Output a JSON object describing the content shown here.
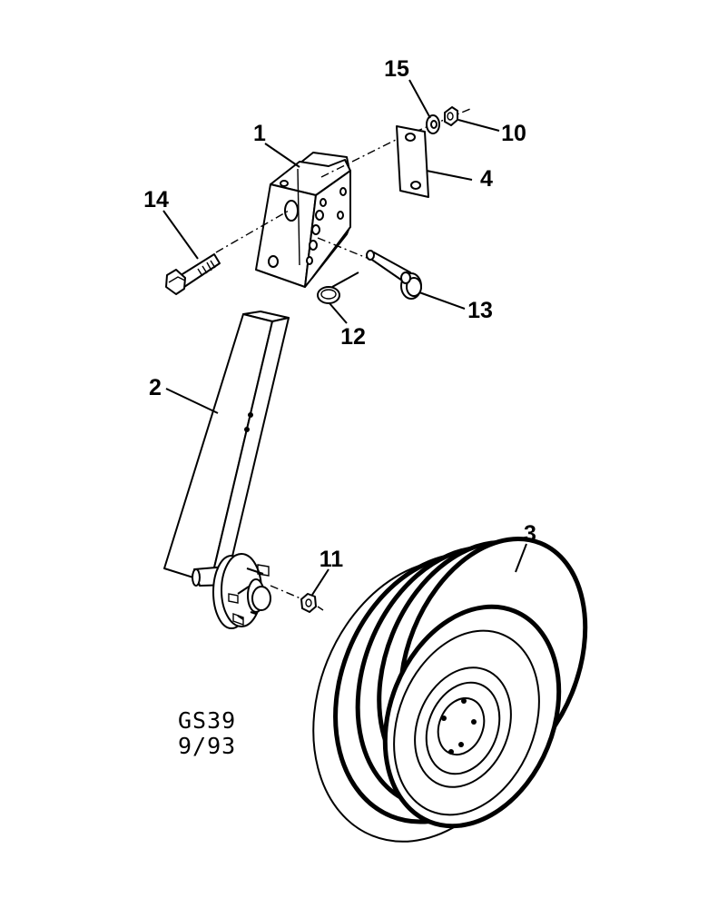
{
  "diagram": {
    "drawing_code": "GS39",
    "drawing_date": "9/93",
    "callouts": {
      "bracket": "1",
      "arm": "2",
      "wheel": "3",
      "plate": "4",
      "nut_small": "10",
      "nut_hub": "11",
      "ring_clip": "12",
      "pin": "13",
      "bolt": "14",
      "washer": "15"
    }
  }
}
